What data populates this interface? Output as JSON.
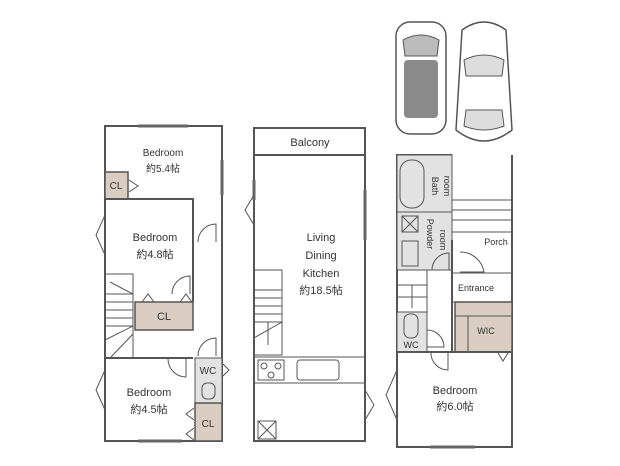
{
  "floors": {
    "upper": {
      "rooms": [
        {
          "label": "Bedroom",
          "size": "約5.4帖"
        },
        {
          "label": "Bedroom",
          "size": "約4.8帖"
        },
        {
          "label": "Bedroom",
          "size": "約4.5帖"
        }
      ],
      "closets": [
        "CL",
        "CL",
        "CL"
      ],
      "wc": "WC"
    },
    "middle": {
      "balcony": "Balcony",
      "ldk": [
        "Living",
        "Dining",
        "Kitchen"
      ],
      "ldk_size": "約18.5帖"
    },
    "ground": {
      "bath": [
        "Bath",
        "room"
      ],
      "powder": [
        "Powder",
        "room"
      ],
      "porch": "Porch",
      "entrance": "Entrance",
      "wic": "WIC",
      "wc": "WC",
      "bedroom": {
        "label": "Bedroom",
        "size": "約6.0帖"
      }
    }
  },
  "colors": {
    "closet": "#d8cdc0",
    "wet_area": "#e2e2e2",
    "wall": "#555555"
  }
}
